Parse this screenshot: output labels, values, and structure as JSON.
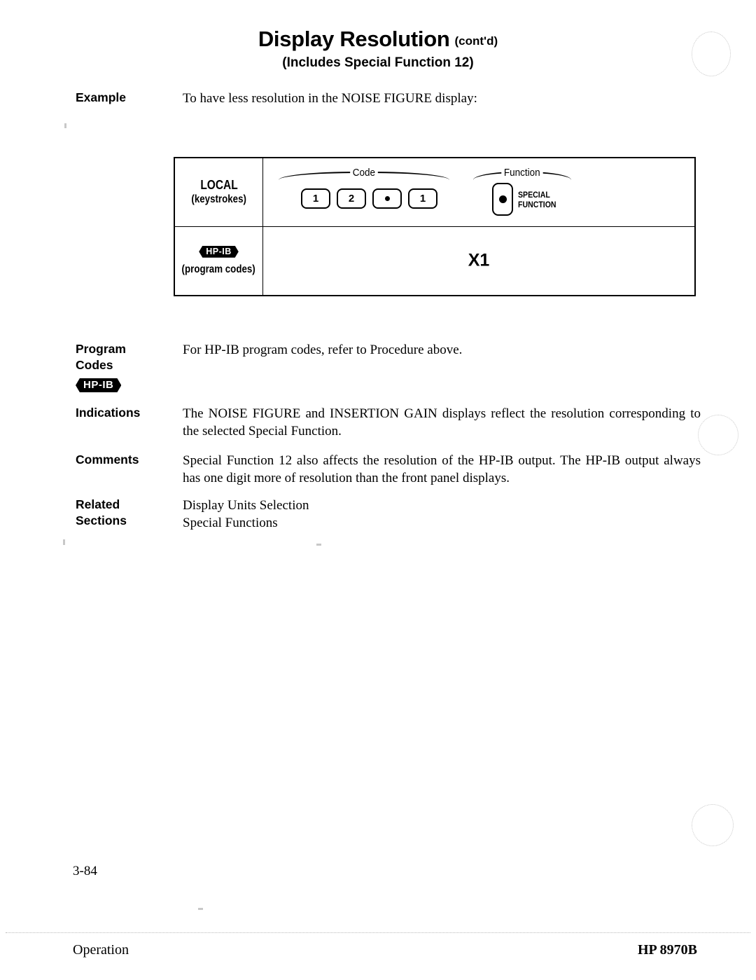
{
  "title": {
    "main": "Display Resolution",
    "contd": "(cont'd)",
    "subtitle": "(Includes Special Function 12)"
  },
  "sections": {
    "example": {
      "label": "Example",
      "text": "To have less resolution in the NOISE FIGURE display:"
    },
    "program_codes": {
      "label_line1": "Program",
      "label_line2": "Codes",
      "badge": "HP-IB",
      "text": "For HP-IB program codes, refer to Procedure above."
    },
    "indications": {
      "label": "Indications",
      "text": "The NOISE FIGURE and INSERTION GAIN displays reflect the resolution corresponding to the selected Special Function."
    },
    "comments": {
      "label": "Comments",
      "text": "Special Function 12 also affects the resolution of the HP-IB output. The HP-IB output always has one digit more of resolution than the front panel displays."
    },
    "related": {
      "label_line1": "Related",
      "label_line2": "Sections",
      "item1": "Display Units Selection",
      "item2": "Special Functions"
    }
  },
  "diagram": {
    "local_row": {
      "title": "LOCAL",
      "subtitle": "(keystrokes)",
      "code_group_label": "Code",
      "function_group_label": "Function",
      "keys": [
        "1",
        "2",
        "dot",
        "1"
      ],
      "special_function_key_icon": "round-dot",
      "special_function_label_line1": "SPECIAL",
      "special_function_label_line2": "FUNCTION"
    },
    "hpib_row": {
      "badge": "HP-IB",
      "subtitle": "(program codes)",
      "value": "X1"
    }
  },
  "footer": {
    "page_number": "3-84",
    "left": "Operation",
    "right": "HP 8970B"
  }
}
